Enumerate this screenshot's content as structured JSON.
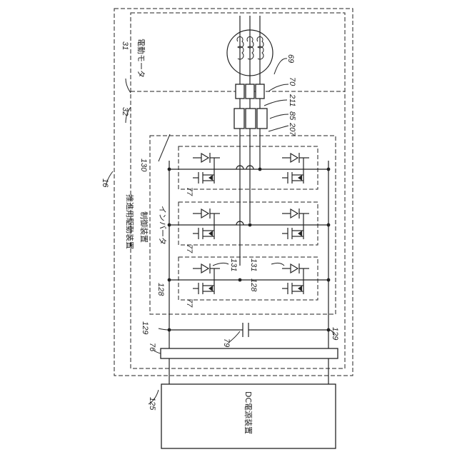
{
  "labels": {
    "propulsion_drive": "推進用駆動装置",
    "electric_motor": "電動モータ",
    "control_device": "制御装置",
    "inverter": "インバータ",
    "dc_power": "DC電源装置"
  },
  "refs": {
    "r16": "16",
    "r31": "31",
    "r32": "32",
    "r69": "69",
    "r70": "70",
    "r211": "211",
    "r85": "85",
    "r207": "207",
    "r130": "130",
    "r77a": "77",
    "r77b": "77",
    "r77c": "77",
    "r131a": "131",
    "r131b": "131",
    "r128a": "128",
    "r128b": "128",
    "r129a": "129",
    "r129b": "129",
    "r79": "79",
    "r76": "76",
    "r125": "125"
  }
}
